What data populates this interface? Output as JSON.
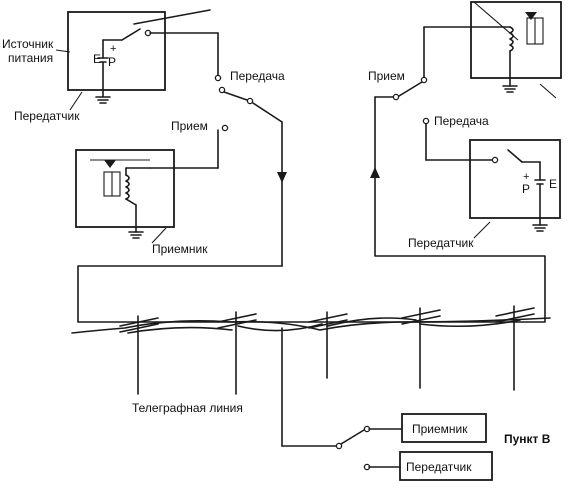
{
  "labels": {
    "source_line1": "Источник",
    "source_line2": "питания",
    "transmitter_a": "Передатчик",
    "transmission_a": "Передача",
    "reception_a": "Прием",
    "receiver_a": "Приемник",
    "reception_b": "Прием",
    "transmission_b": "Передача",
    "transmitter_b": "Передатчик",
    "telegraph_line": "Телеграфная линия",
    "receiver_box_c": "Приемник",
    "transmitter_box_c": "Передатчик",
    "point_b": "Пункт В",
    "battery_e_a": "E",
    "battery_plus_a": "+",
    "battery_p_a": "P",
    "battery_e_b": "E",
    "battery_plus_b": "+",
    "battery_p_b": "P"
  }
}
